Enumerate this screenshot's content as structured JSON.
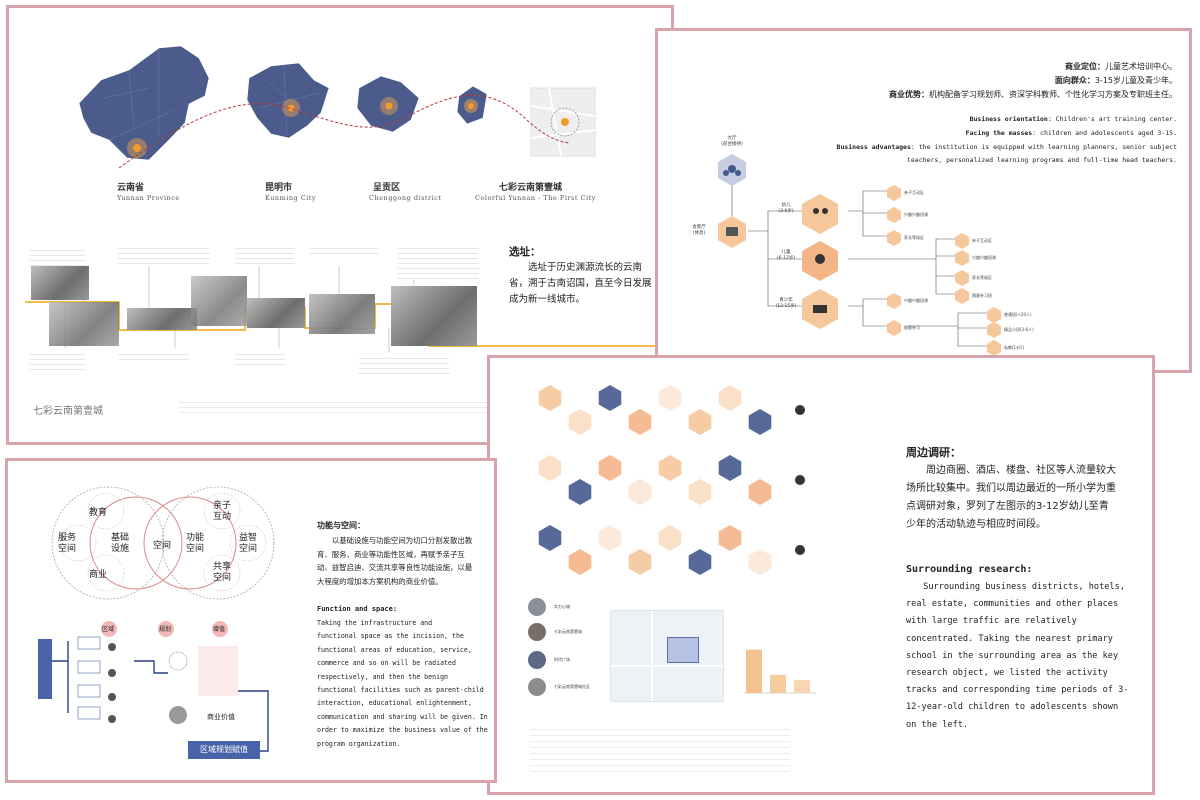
{
  "panel1": {
    "locations": [
      {
        "cn": "云南省",
        "en": "Yunnan Province"
      },
      {
        "cn": "昆明市",
        "en": "Kunming City"
      },
      {
        "cn": "呈贡区",
        "en": "Chenggong district"
      },
      {
        "cn": "七彩云南第壹城",
        "en": "Colorful Yunnan - The First City"
      }
    ],
    "site_heading": "选址：",
    "site_text": "选址于历史渊源流长的云南省，溯于古南诏国，直至今日发展成为新一线城市。",
    "footer_title": "七彩云南第壹城"
  },
  "panel2": {
    "positioning_label": "商业定位：",
    "positioning_value": "儿童艺术培训中心。",
    "audience_label": "面向群众：",
    "audience_value": "3-15岁儿童及青少年。",
    "advantage_label": "商业优势：",
    "advantage_value": "机构配备学习规划师、资深学科教师、个性化学习方案及专职班主任。",
    "en_orientation_label": "Business orientation",
    "en_orientation_value": ": Children's art training center.",
    "en_masses_label": "Facing the masses",
    "en_masses_value": ": children and adolescents aged 3-15.",
    "en_adv_label": "Business advantages",
    "en_adv_value": ": the institution is equipped with learning planners, senior subject",
    "en_adv_value2": "teachers, personalized learning programs and full-time head teachers.",
    "node_hall": "大厅\n(前台接待)",
    "node_rest": "会客厅\n(休息)",
    "node_toddler": "幼儿\n(3-6岁)",
    "node_child": "儿童\n(6-12岁)",
    "node_teen": "青少年\n(12-15岁)",
    "toddler_leaves": [
      "亲子互动区",
      "兴趣兴趣班课",
      "家长等候区"
    ],
    "child_leaves": [
      "亲子互动区",
      "兴趣兴趣班课",
      "家长等候区",
      "随意补习班"
    ],
    "teen_leaves": [
      "兴趣兴趣班课",
      "随意补习"
    ],
    "teen_sub": [
      "普通班(<20人)",
      "精品小班(3-6人)",
      "私教(1对1)"
    ]
  },
  "panel3": {
    "cn_heading": "周边调研：",
    "cn_text": "周边商圈、酒店、楼盘、社区等人流量较大场所比较集中。我们以周边最近的一所小学为重点调研对象，罗列了左图示的3-12岁幼儿至青少年的活动轨迹与相应时间段。",
    "en_heading": "Surrounding research:",
    "en_text": "Surrounding business districts, hotels, real estate, communities and other places with large traffic are relatively concentrated. Taking the nearest primary school in the surrounding area as the key research object, we listed the activity tracks and corresponding time periods of 3-12-year-old children to adolescents shown on the left.",
    "places": [
      "实力心城",
      "七彩云南第壹城",
      "时代广场",
      "七彩云南第壹城社区"
    ],
    "chart_data": {
      "type": "bar",
      "categories": [
        "",
        "",
        ""
      ],
      "values": [
        100,
        42,
        30
      ],
      "ylim": [
        0,
        120
      ],
      "colors": [
        "#f3c28f",
        "#f5cc9e",
        "#f7d7b3"
      ]
    }
  },
  "panel4": {
    "venn_left": [
      "教育",
      "服务\n空间",
      "商业",
      "基础\n设施"
    ],
    "venn_center": "空间",
    "venn_right": [
      "功能\n空间",
      "亲子\n互动",
      "益智\n空间",
      "共享\n空间"
    ],
    "flow_top": [
      "区域",
      "规划",
      "增值"
    ],
    "flow_value": "商业价值",
    "flow_bottom": "区域规划赋值",
    "cn_heading": "功能与空间：",
    "cn_text": "以基础设施与功能空间为切口分割发散出教育、服务、商业等功能性区域，再赋予亲子互动、益智启迪、交流共享等良性功能设施，以最大程度的增加本方案机构的商业价值。",
    "en_heading": "Function and space:",
    "en_lines": [
      "    Taking the infrastructure and",
      "functional space as the incision, the",
      "functional areas of education, service,",
      "commerce and so on will be radiated",
      "respectively, and then the benign",
      "functional facilities such as parent-child",
      "interaction, educational enlightenment,",
      "communication and sharing will be given. In",
      "order to maximize the business value of the",
      "program organization."
    ]
  },
  "colors": {
    "border": "#d9a3ab",
    "map_blue": "#4a5b8c",
    "timeline": "#f2b94b",
    "hex_orange": "#f5c79b",
    "hex_blue": "#45598d",
    "accent_red": "#d98a8a"
  }
}
